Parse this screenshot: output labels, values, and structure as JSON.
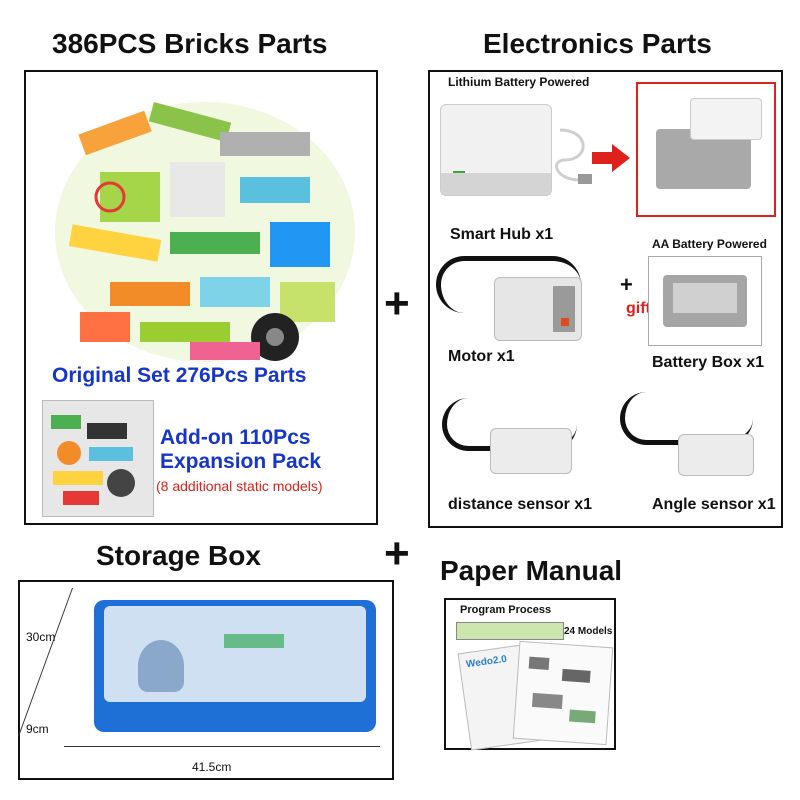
{
  "titles": {
    "bricks": "386PCS Bricks Parts",
    "electronics": "Electronics Parts",
    "storage": "Storage Box",
    "manual": "Paper Manual"
  },
  "bricks_panel": {
    "original_set": "Original Set 276Pcs Parts",
    "addon_line1": "Add-on 110Pcs",
    "addon_line2": "Expansion Pack",
    "addon_note": "(8 additional static models)"
  },
  "electronics_panel": {
    "lithium": "Lithium Battery Powered",
    "smart_hub": "Smart Hub x1",
    "aa_battery": "AA Battery Powered",
    "gift_plus": "+",
    "gift": "gift",
    "motor": "Motor x1",
    "battery_box": "Battery Box x1",
    "distance_sensor": "distance sensor x1",
    "angle_sensor": "Angle sensor x1"
  },
  "storage_panel": {
    "height": "30cm",
    "depth": "9cm",
    "width": "41.5cm"
  },
  "manual_panel": {
    "program_process": "Program Process",
    "models": "24 Models",
    "cover_title": "Wedo2.0"
  },
  "plus_sign": "+",
  "colors": {
    "blue_text": "#1636c9",
    "red_text": "#e0201a",
    "red_frame": "#e0201a",
    "box_blue": "#1e6fd6"
  }
}
